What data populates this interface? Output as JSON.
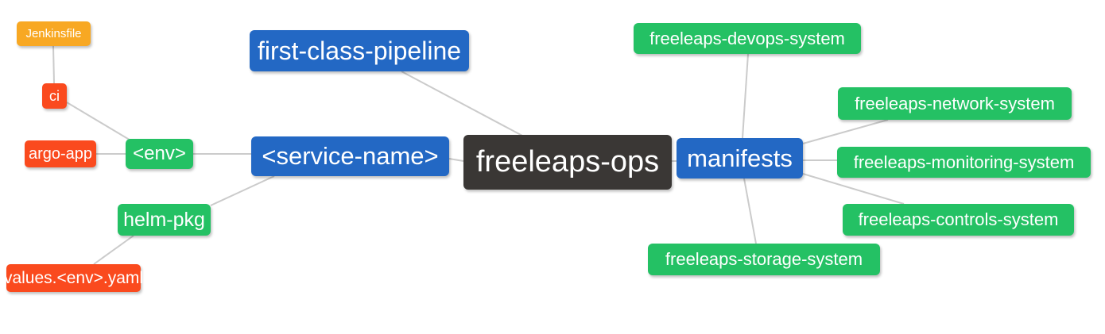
{
  "colors": {
    "blue": "#2368C4",
    "green": "#24C164",
    "orange": "#F8A823",
    "red": "#FA4A1E",
    "dark": "#3A3735",
    "edge_line": "#CBCBCB",
    "node_text": "#FFFFFF",
    "background": "#FFFFFF"
  },
  "diagram": {
    "root": "freeleaps-ops",
    "nodes": [
      {
        "id": "jenkinsfile",
        "label": "Jenkinsfile",
        "color": "orange"
      },
      {
        "id": "ci",
        "label": "ci",
        "color": "red"
      },
      {
        "id": "argo-app",
        "label": "argo-app",
        "color": "red"
      },
      {
        "id": "env",
        "label": "<env>",
        "color": "green"
      },
      {
        "id": "helm-pkg",
        "label": "helm-pkg",
        "color": "green"
      },
      {
        "id": "values-env-yaml",
        "label": "values.<env>.yaml",
        "color": "red"
      },
      {
        "id": "first-class-pipeline",
        "label": "first-class-pipeline",
        "color": "blue"
      },
      {
        "id": "service-name",
        "label": "<service-name>",
        "color": "blue"
      },
      {
        "id": "freeleaps-ops",
        "label": "freeleaps-ops",
        "color": "dark"
      },
      {
        "id": "manifests",
        "label": "manifests",
        "color": "blue"
      },
      {
        "id": "freeleaps-devops-system",
        "label": "freeleaps-devops-system",
        "color": "green"
      },
      {
        "id": "freeleaps-network-system",
        "label": "freeleaps-network-system",
        "color": "green"
      },
      {
        "id": "freeleaps-monitoring-system",
        "label": "freeleaps-monitoring-system",
        "color": "green"
      },
      {
        "id": "freeleaps-controls-system",
        "label": "freeleaps-controls-system",
        "color": "green"
      },
      {
        "id": "freeleaps-storage-system",
        "label": "freeleaps-storage-system",
        "color": "green"
      }
    ],
    "edges": [
      {
        "from": "Jenkinsfile",
        "to": "ci"
      },
      {
        "from": "ci",
        "to": "<env>"
      },
      {
        "from": "argo-app",
        "to": "<env>"
      },
      {
        "from": "<env>",
        "to": "<service-name>"
      },
      {
        "from": "helm-pkg",
        "to": "<service-name>"
      },
      {
        "from": "values.<env>.yaml",
        "to": "helm-pkg"
      },
      {
        "from": "<service-name>",
        "to": "freeleaps-ops"
      },
      {
        "from": "first-class-pipeline",
        "to": "freeleaps-ops"
      },
      {
        "from": "freeleaps-ops",
        "to": "manifests"
      },
      {
        "from": "manifests",
        "to": "freeleaps-devops-system"
      },
      {
        "from": "manifests",
        "to": "freeleaps-network-system"
      },
      {
        "from": "manifests",
        "to": "freeleaps-monitoring-system"
      },
      {
        "from": "manifests",
        "to": "freeleaps-controls-system"
      },
      {
        "from": "manifests",
        "to": "freeleaps-storage-system"
      }
    ]
  }
}
